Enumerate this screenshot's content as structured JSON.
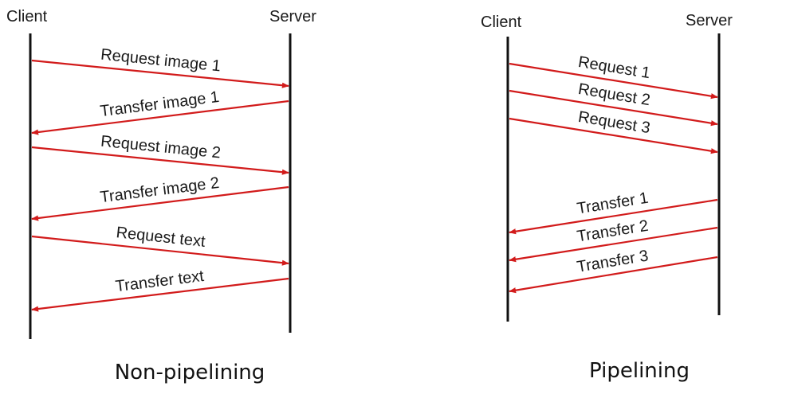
{
  "colors": {
    "arrow": "#d21b1b",
    "lifeline": "#111111"
  },
  "left": {
    "client_label": "Client",
    "server_label": "Server",
    "caption": "Non-pipelining",
    "messages": [
      {
        "label": "Request image 1",
        "direction": "to-server"
      },
      {
        "label": "Transfer image 1",
        "direction": "to-client"
      },
      {
        "label": "Request image 2",
        "direction": "to-server"
      },
      {
        "label": "Transfer image 2",
        "direction": "to-client"
      },
      {
        "label": "Request text",
        "direction": "to-server"
      },
      {
        "label": "Transfer text",
        "direction": "to-client"
      }
    ]
  },
  "right": {
    "client_label": "Client",
    "server_label": "Server",
    "caption": "Pipelining",
    "messages": [
      {
        "label": "Request 1",
        "direction": "to-server"
      },
      {
        "label": "Request 2",
        "direction": "to-server"
      },
      {
        "label": "Request 3",
        "direction": "to-server"
      },
      {
        "label": "Transfer 1",
        "direction": "to-client"
      },
      {
        "label": "Transfer 2",
        "direction": "to-client"
      },
      {
        "label": "Transfer 3",
        "direction": "to-client"
      }
    ]
  }
}
